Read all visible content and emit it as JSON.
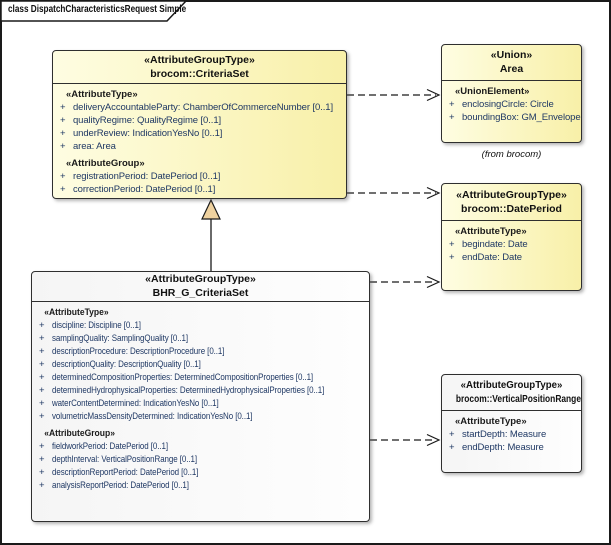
{
  "frame": {
    "tab_label": "class DispatchCharacteristicsRequest Simple"
  },
  "symbols": {
    "plus": "+"
  },
  "classes": {
    "criteria_set": {
      "stereotype": "«AttributeGroupType»",
      "name": "brocom::CriteriaSet",
      "section1_label": "«AttributeType»",
      "section1_attrs": [
        "deliveryAccountableParty: ChamberOfCommerceNumber [0..1]",
        "qualityRegime: QualityRegime [0..1]",
        "underReview: IndicationYesNo [0..1]",
        "area: Area"
      ],
      "section2_label": "«AttributeGroup»",
      "section2_attrs": [
        "registrationPeriod: DatePeriod [0..1]",
        "correctionPeriod: DatePeriod [0..1]"
      ]
    },
    "area": {
      "stereotype": "«Union»",
      "name": "Area",
      "section1_label": "«UnionElement»",
      "section1_attrs": [
        "enclosingCircle: Circle",
        "boundingBox: GM_Envelope"
      ],
      "from_note": "(from brocom)"
    },
    "date_period": {
      "stereotype": "«AttributeGroupType»",
      "name": "brocom::DatePeriod",
      "section1_label": "«AttributeType»",
      "section1_attrs": [
        "begindate: Date",
        "endDate: Date"
      ]
    },
    "bhr_g_criteria_set": {
      "stereotype": "«AttributeGroupType»",
      "name": "BHR_G_CriteriaSet",
      "section1_label": "«AttributeType»",
      "section1_attrs": [
        "discipline: Discipline [0..1]",
        "samplingQuality: SamplingQuality [0..1]",
        "descriptionProcedure: DescriptionProcedure [0..1]",
        "descriptionQuality: DescriptionQuality [0..1]",
        "determinedCompositionProperties: DeterminedCompositionProperties [0..1]",
        "determinedHydrophysicalProperties: DeterminedHydrophysicalProperties [0..1]",
        "waterContentDetermined: IndicationYesNo [0..1]",
        "volumetricMassDensityDetermined: IndicationYesNo [0..1]"
      ],
      "section2_label": "«AttributeGroup»",
      "section2_attrs": [
        "fieldworkPeriod: DatePeriod [0..1]",
        "depthInterval: VerticalPositionRange [0..1]",
        "descriptionReportPeriod: DatePeriod [0..1]",
        "analysisReportPeriod: DatePeriod [0..1]"
      ]
    },
    "vertical_position_range": {
      "stereotype": "«AttributeGroupType»",
      "name": "brocom::VerticalPositionRange",
      "section1_label": "«AttributeType»",
      "section1_attrs": [
        "startDepth: Measure",
        "endDepth: Measure"
      ]
    }
  },
  "colors": {
    "border_c": "#2f2f2f",
    "attr_c": "#1f3864",
    "yellow_l": "#fefde2",
    "yellow_r": "#f8f0a8",
    "gray_l": "#f5f5f5",
    "gray_r": "#fefefe",
    "tri_fill": "#efd2a0"
  }
}
